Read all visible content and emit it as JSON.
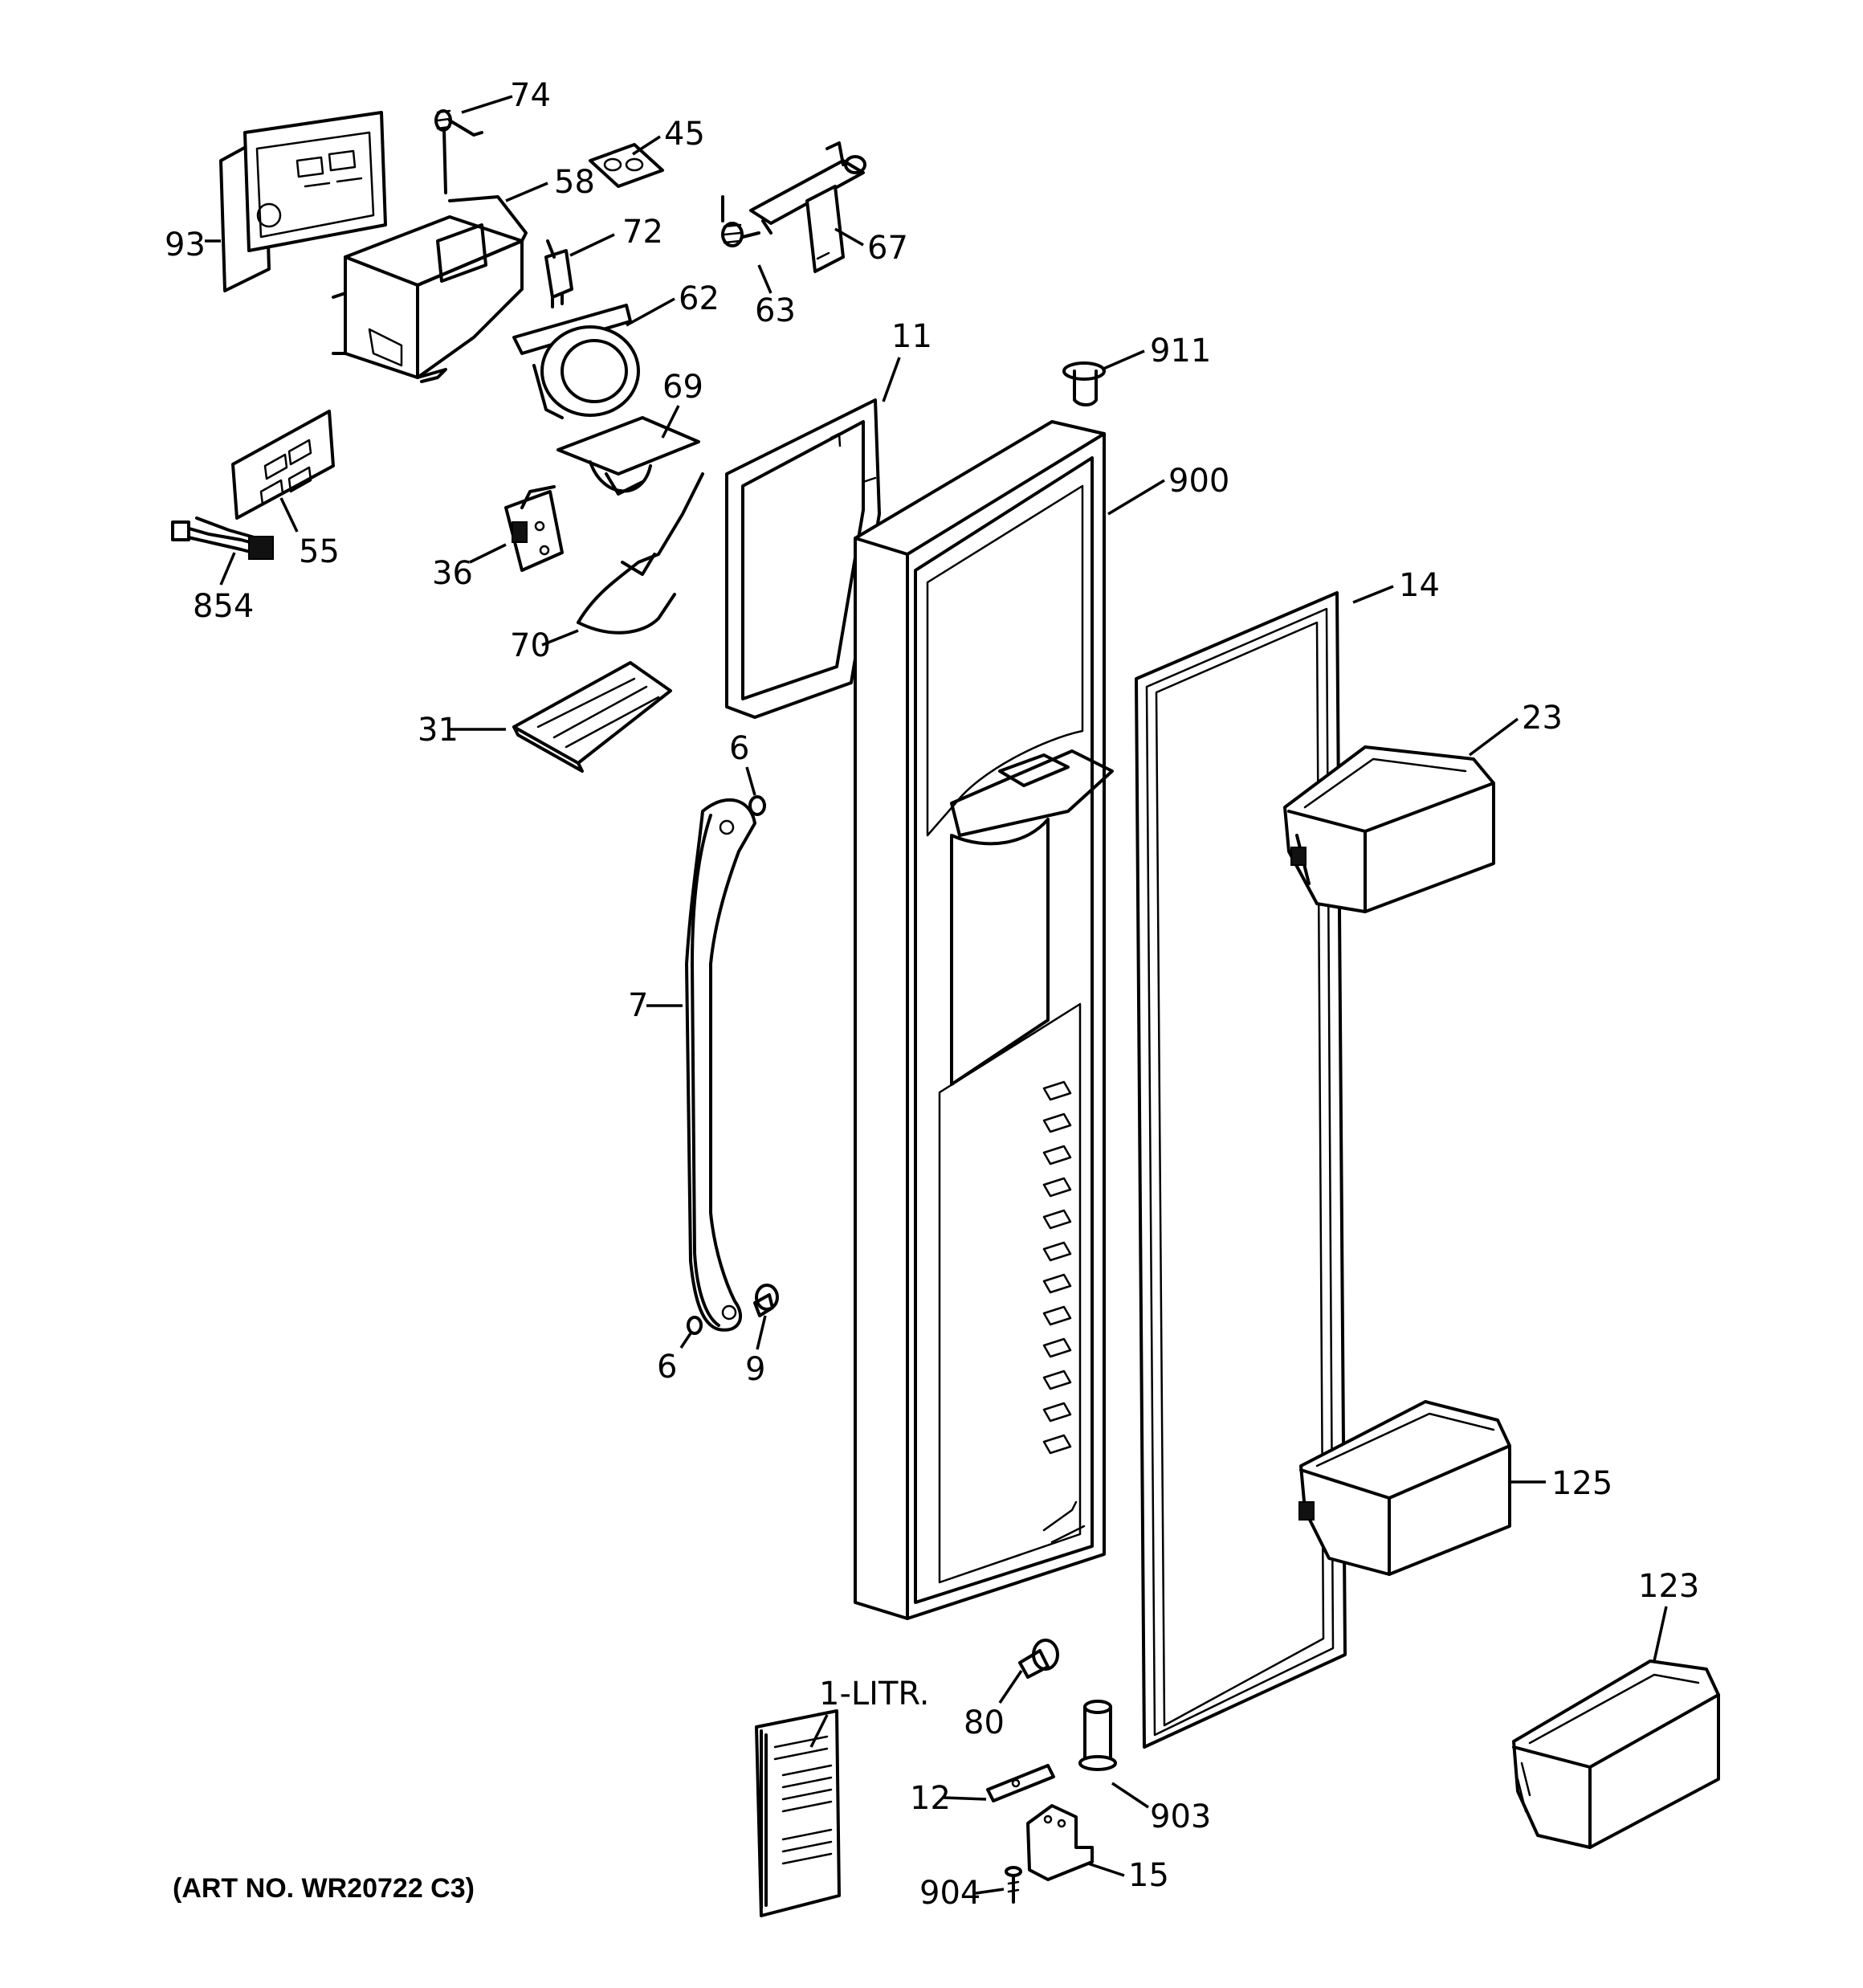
{
  "diagram": {
    "art_number": "(ART NO. WR20722 C3)",
    "callouts": [
      {
        "id": "p74",
        "label": "74"
      },
      {
        "id": "p45",
        "label": "45"
      },
      {
        "id": "p58",
        "label": "58"
      },
      {
        "id": "p93",
        "label": "93"
      },
      {
        "id": "p72",
        "label": "72"
      },
      {
        "id": "p67",
        "label": "67"
      },
      {
        "id": "p63",
        "label": "63"
      },
      {
        "id": "p62",
        "label": "62"
      },
      {
        "id": "p11",
        "label": "11"
      },
      {
        "id": "p911",
        "label": "911"
      },
      {
        "id": "p69",
        "label": "69"
      },
      {
        "id": "p55",
        "label": "55"
      },
      {
        "id": "p900",
        "label": "900"
      },
      {
        "id": "p36",
        "label": "36"
      },
      {
        "id": "p854",
        "label": "854"
      },
      {
        "id": "p14",
        "label": "14"
      },
      {
        "id": "p70",
        "label": "70"
      },
      {
        "id": "p23",
        "label": "23"
      },
      {
        "id": "p31",
        "label": "31"
      },
      {
        "id": "p6a",
        "label": "6"
      },
      {
        "id": "p7",
        "label": "7"
      },
      {
        "id": "p6b",
        "label": "6"
      },
      {
        "id": "p9",
        "label": "9"
      },
      {
        "id": "p125",
        "label": "125"
      },
      {
        "id": "p123",
        "label": "123"
      },
      {
        "id": "p1litr",
        "label": "1-LITR."
      },
      {
        "id": "p80",
        "label": "80"
      },
      {
        "id": "p12",
        "label": "12"
      },
      {
        "id": "p903",
        "label": "903"
      },
      {
        "id": "p904",
        "label": "904"
      },
      {
        "id": "p15",
        "label": "15"
      }
    ]
  }
}
